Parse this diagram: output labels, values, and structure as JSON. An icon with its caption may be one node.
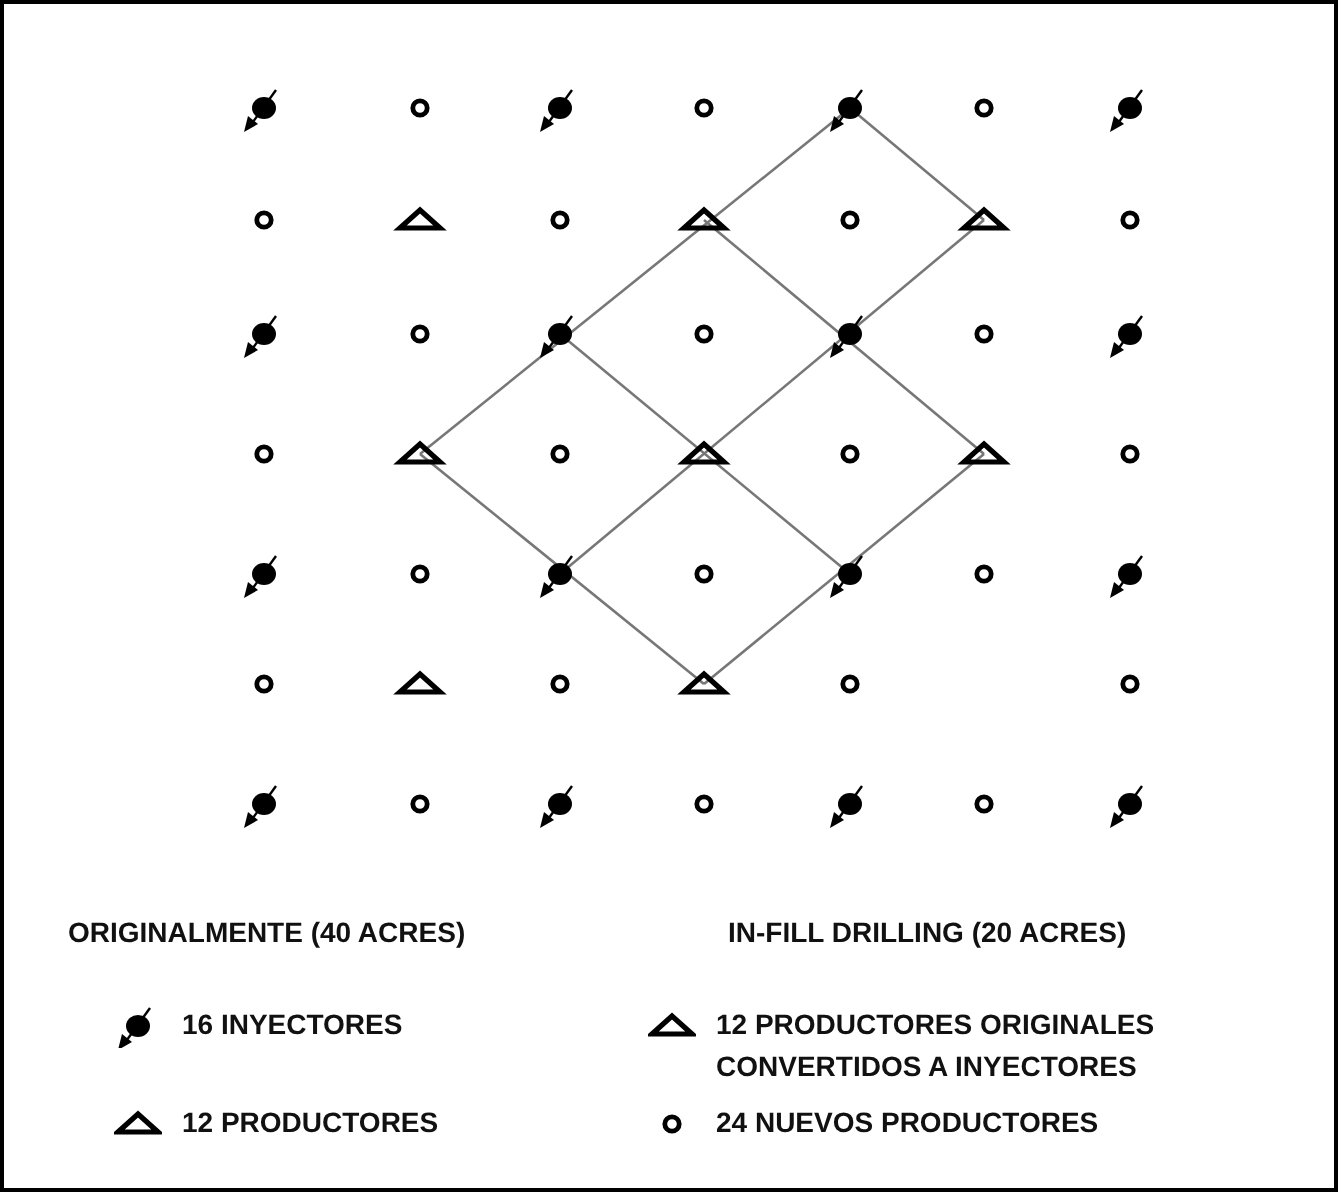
{
  "diagram": {
    "labels": [
      "ORIGINALMENTE (40 ACRES)",
      "IN-FILL DRILLING (20 ACRES)"
    ],
    "legend": [
      {
        "text": "16 INYECTORES"
      },
      {
        "text": "12 PRODUCTORES ORIGINALES CONVERTIDOS A INYECTORES"
      },
      {
        "text": "12 PRODUCTORES"
      },
      {
        "text": "24 NUEVOS PRODUCTORES"
      }
    ]
  }
}
